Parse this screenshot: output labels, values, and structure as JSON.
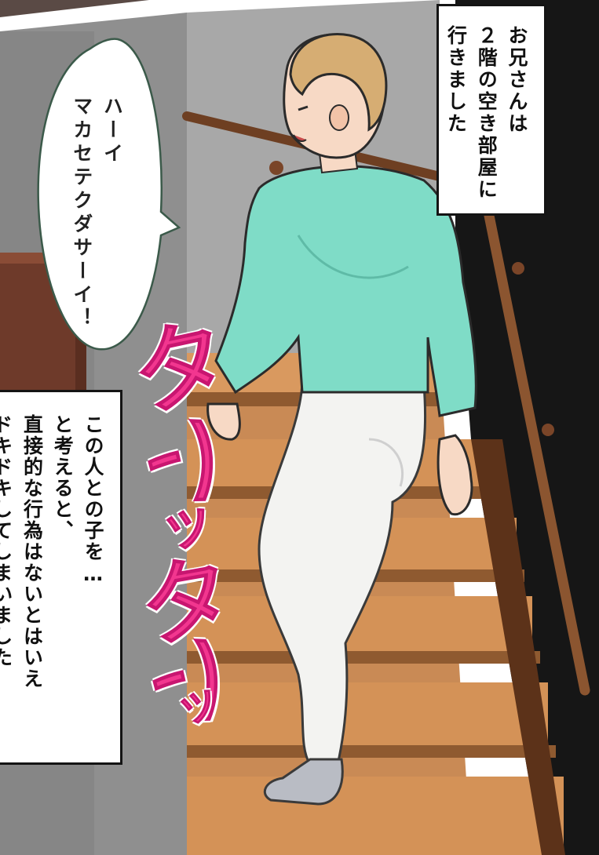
{
  "panel": {
    "narration_top": "お兄さんは\n２階の空き部屋に\n行きました",
    "speech_bubble": "ハーイ\nマカセテクダサーイ！",
    "narration_bottom": "この人との子を…\nと考えると、\n直接的な行為はないとはいえ\nドキドキしてしまいました",
    "sfx": [
      "タ",
      "ン",
      "ッ",
      "タ",
      "ン",
      "ッ"
    ]
  },
  "colors": {
    "wall": "#9a9a9a",
    "shirt": "#7fdcc7",
    "pants": "#f3f3f1",
    "stairs": "#c98a55",
    "sfx": "#f2368f",
    "dark_wall": "#181818"
  }
}
